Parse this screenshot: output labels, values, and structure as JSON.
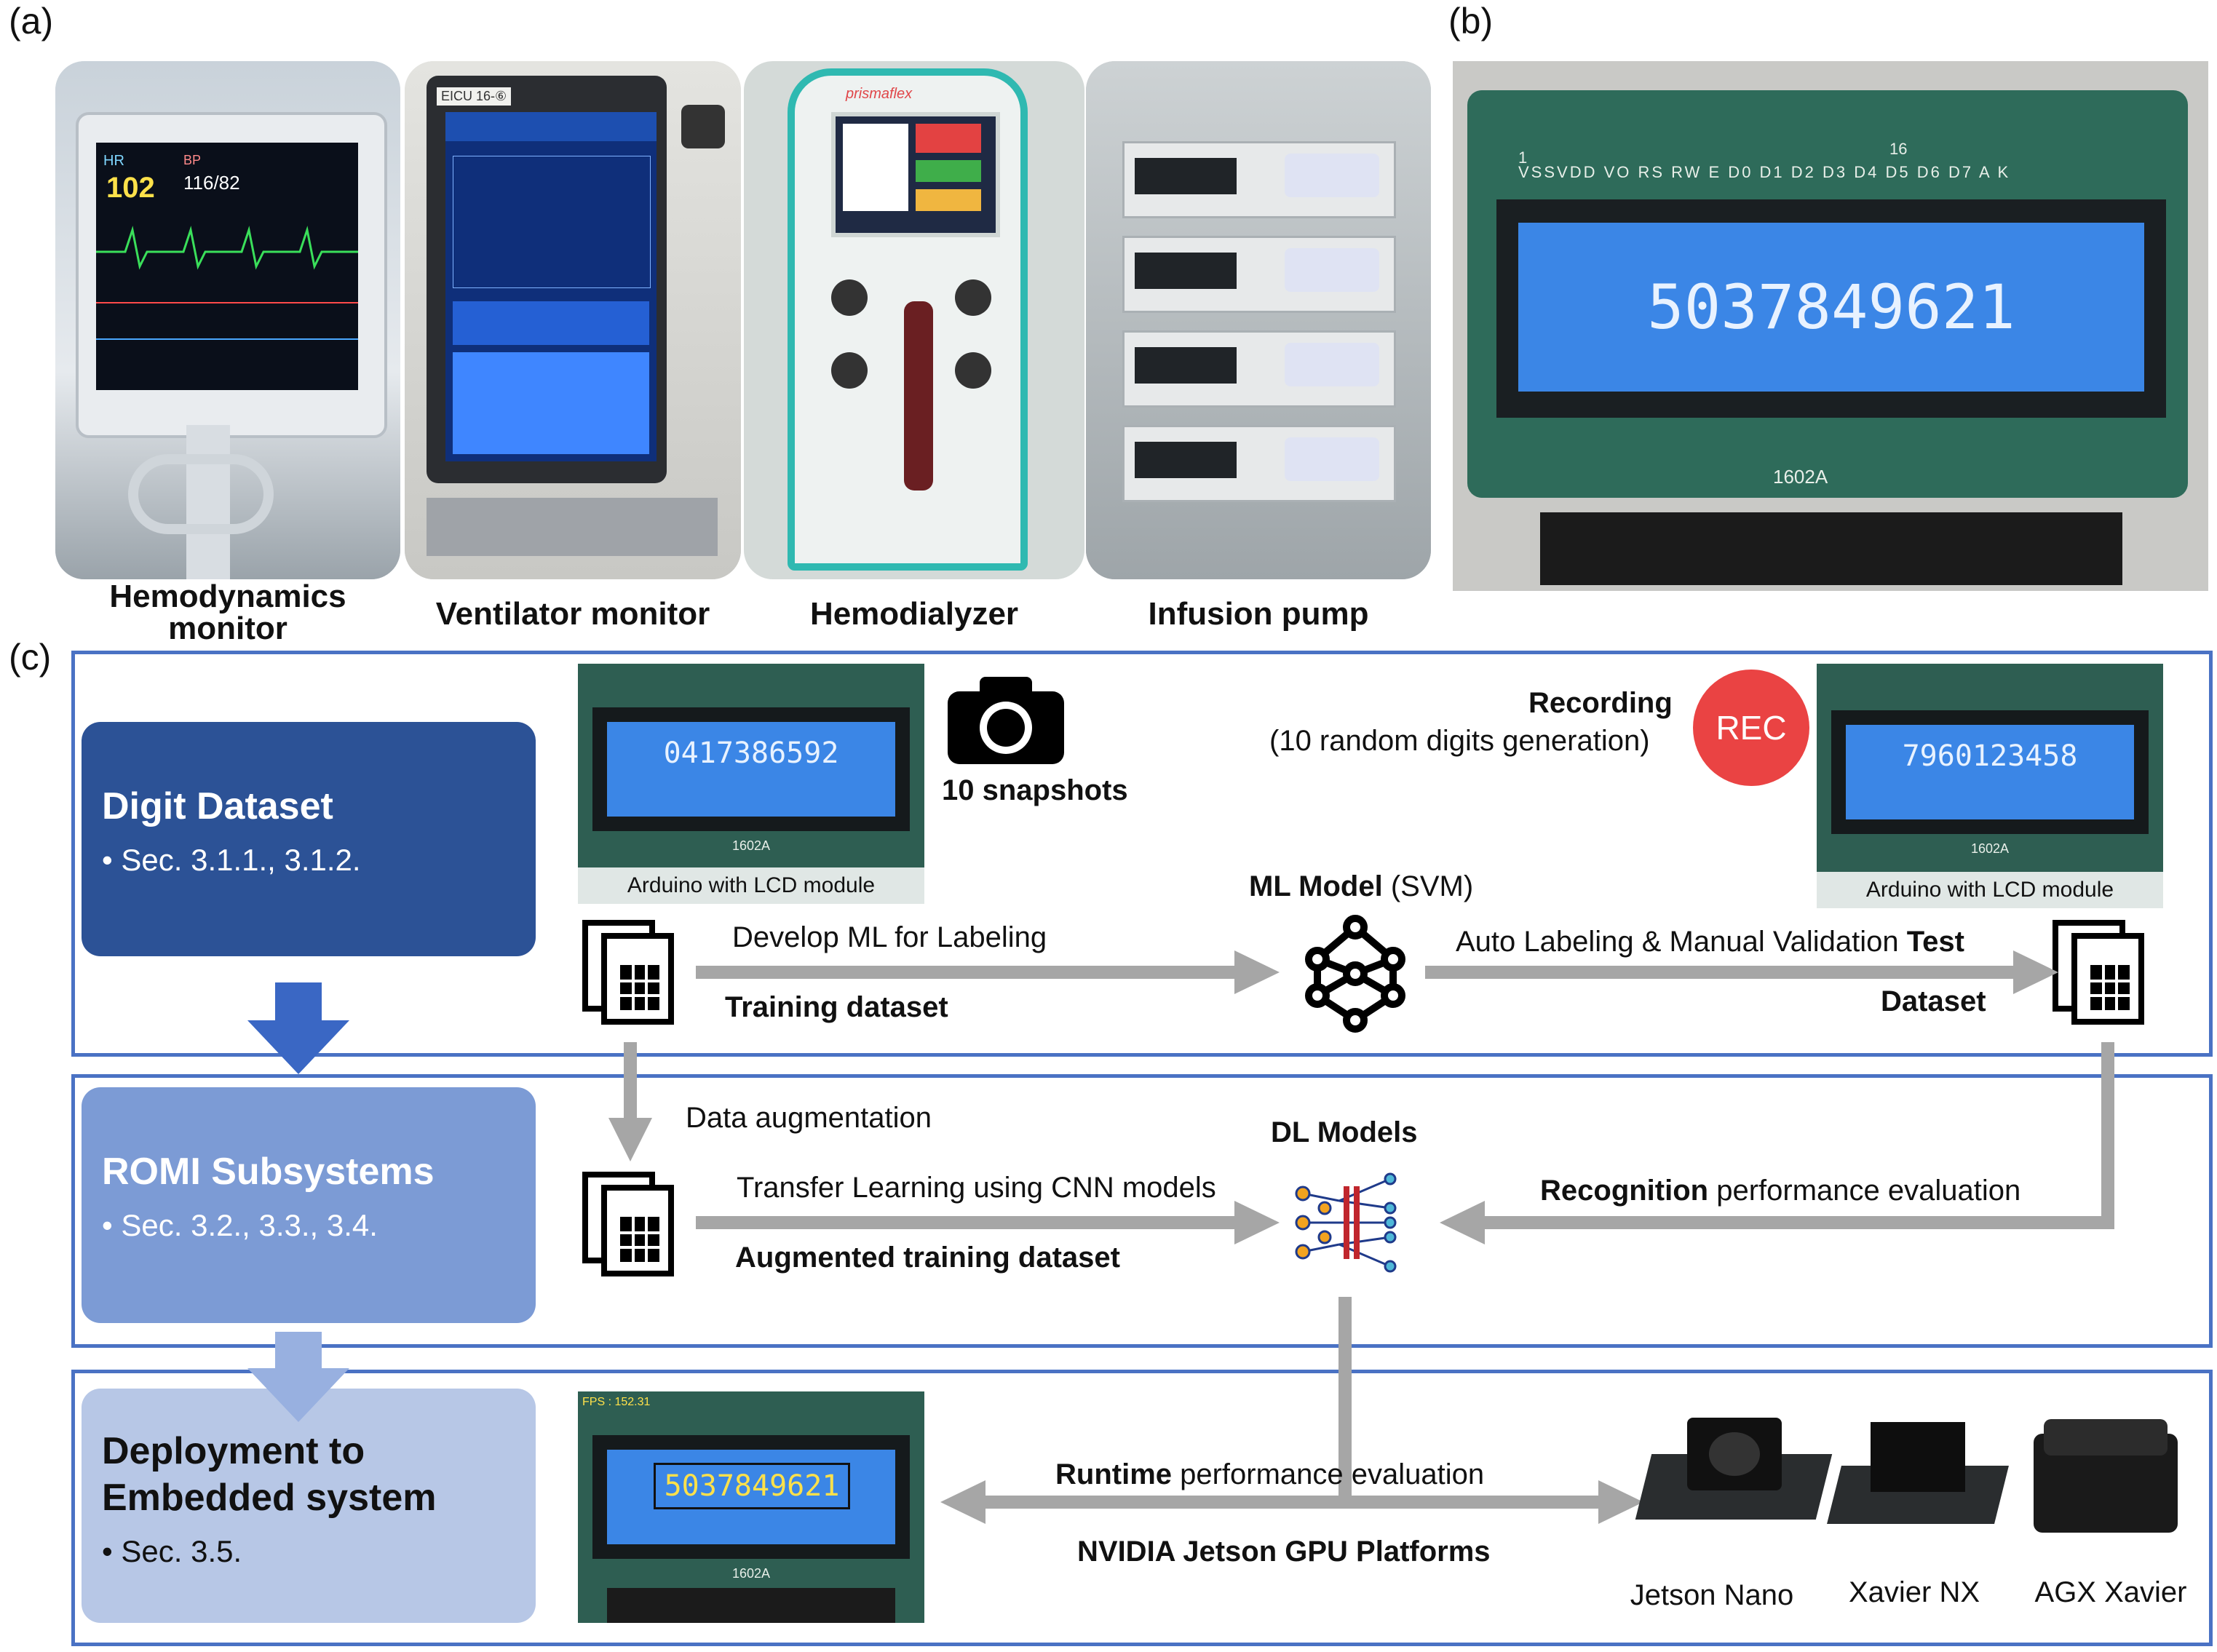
{
  "panels": {
    "a": "(a)",
    "b": "(b)",
    "c": "(c)"
  },
  "devices": {
    "hemodynamics": {
      "caption_line1": "Hemodynamics",
      "caption_line2": "monitor",
      "screen_hr_label": "HR",
      "screen_hr": "102",
      "screen_bp_label": "BP",
      "screen_bp": "116/82"
    },
    "ventilator": {
      "caption": "Ventilator monitor",
      "screen_title": "EICU 16-⑥"
    },
    "hemodialyzer": {
      "caption": "Hemodialyzer",
      "brand": "prismaflex"
    },
    "infusion": {
      "caption": "Infusion pump"
    }
  },
  "lcd_b": {
    "digits": "5037849621",
    "pins": "VSSVDD VO RS RW E D0 D1 D2 D3 D4 D5 D6 D7 A K",
    "pin_first": "1",
    "pin_last": "16",
    "model": "1602A"
  },
  "stages": [
    {
      "title": "Digit Dataset",
      "sec": "Sec. 3.1.1., 3.1.2.",
      "color": "#2c5296"
    },
    {
      "title": "ROMI Subsystems",
      "sec": "Sec. 3.2., 3.3., 3.4.",
      "color": "#7c9bd5"
    },
    {
      "title_line1": "Deployment to",
      "title_line2": "Embedded system",
      "sec": "Sec. 3.5.",
      "color": "#b7c7e6"
    }
  ],
  "row1": {
    "lcd_left_digits": "0417386592",
    "lcd_right_digits": "7960123458",
    "lcd_model": "1602A",
    "device_caption": "Arduino with LCD module",
    "snapshots": "10 snapshots",
    "recording": "Recording",
    "recording_sub": "(10 random digits generation)",
    "rec": "REC",
    "ml_model_bold": "ML Model",
    "ml_model_rest": " (SVM)",
    "develop": "Develop ML for Labeling",
    "training": "Training dataset",
    "auto_label": "Auto Labeling & Manual Validation ",
    "test_bold": "Test",
    "dataset_bold": "Dataset"
  },
  "row2": {
    "augmentation": "Data augmentation",
    "dl_models": "DL Models",
    "transfer": "Transfer Learning using CNN models",
    "augmented": "Augmented training dataset",
    "recognition_bold": "Recognition",
    "recognition_rest": " performance evaluation"
  },
  "row3": {
    "lcd_digits": "5037849621",
    "fps": "FPS : 152.31",
    "lcd_model": "1602A",
    "runtime_bold": "Runtime",
    "runtime_rest": " performance evaluation",
    "nvidia": "NVIDIA Jetson GPU Platforms",
    "platforms": [
      "Jetson Nano",
      "Xavier NX",
      "AGX Xavier"
    ]
  }
}
